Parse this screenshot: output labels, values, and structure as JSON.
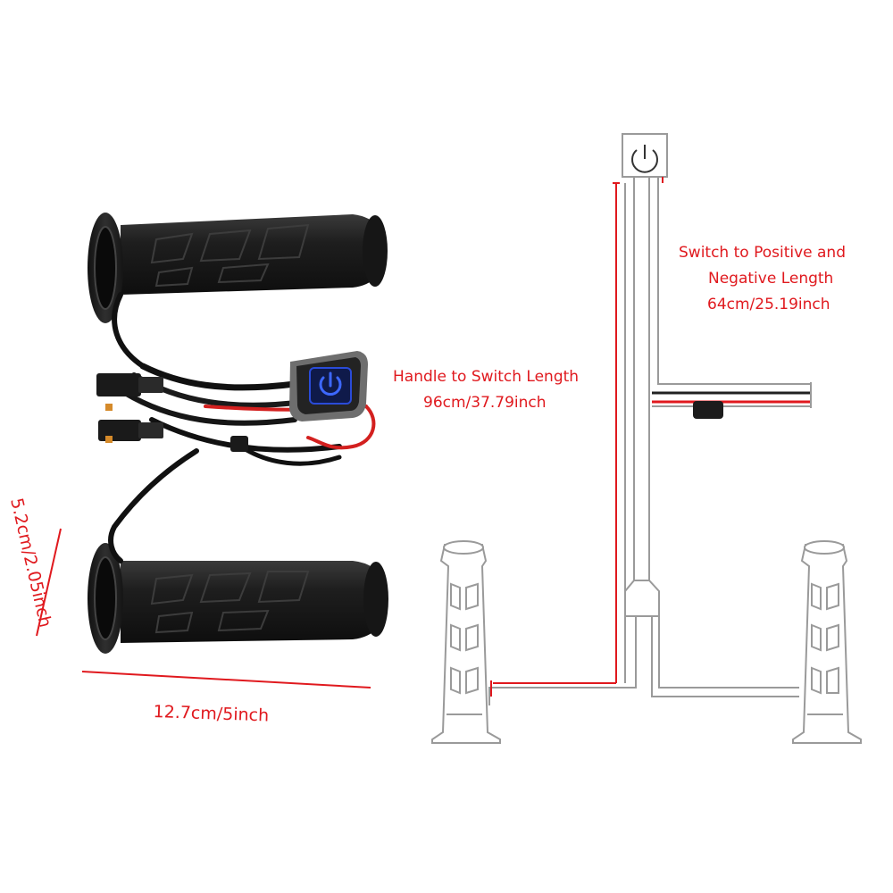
{
  "dimensions": {
    "width_label": "12.7cm/5inch",
    "height_label": "5.2cm/2.05inch"
  },
  "callouts": {
    "handle_to_switch": {
      "title": "Handle to Switch Length",
      "value": "96cm/37.79inch"
    },
    "switch_to_power": {
      "title_line1": "Switch to Positive and",
      "title_line2": "Negative Length",
      "value": "64cm/25.19inch"
    }
  },
  "colors": {
    "accent": "#e0191e",
    "grip": "#1c1c1c",
    "outline": "#9a9a9a",
    "switch_light": "#2a4bd8"
  },
  "icons": [
    "power-icon"
  ]
}
